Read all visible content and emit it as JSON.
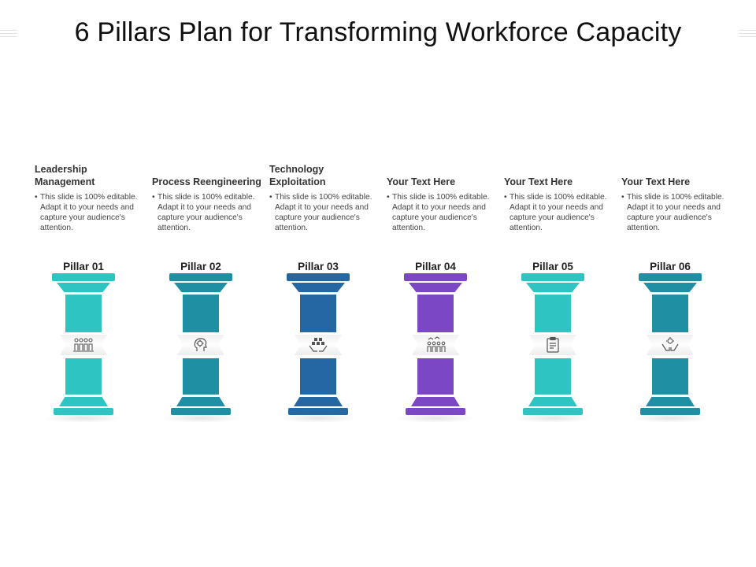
{
  "title": "6 Pillars Plan for Transforming Workforce Capacity",
  "pillars": [
    {
      "heading": "Leadership Management",
      "bullet": "•",
      "description": "This slide is 100% editable.  Adapt it to your needs and capture your audience's attention.",
      "label": "Pillar 01",
      "color": "#2ec4c2",
      "icon": "people-group-icon"
    },
    {
      "heading": "Process Reengineering",
      "bullet": "•",
      "description": "This slide is 100% editable.  Adapt it to your needs and capture your audience's attention.",
      "label": "Pillar 02",
      "color": "#1f8fa3",
      "icon": "head-gear-icon"
    },
    {
      "heading": "Technology Exploitation",
      "bullet": "•",
      "description": "This slide is 100% editable.  Adapt it to your needs and capture your audience's attention.",
      "label": "Pillar 03",
      "color": "#2467a3",
      "icon": "hands-puzzle-icon"
    },
    {
      "heading": "Your Text Here",
      "bullet": "•",
      "description": "This slide is 100% editable.  Adapt it to your needs and capture your audience's attention.",
      "label": "Pillar 04",
      "color": "#7b47c4",
      "icon": "team-growth-icon"
    },
    {
      "heading": "Your Text Here",
      "bullet": "•",
      "description": "This slide is 100% editable.  Adapt it to your needs and capture your audience's attention.",
      "label": "Pillar 05",
      "color": "#2ec4c2",
      "icon": "clipboard-icon"
    },
    {
      "heading": "Your Text Here",
      "bullet": "•",
      "description": "This slide is 100% editable.  Adapt it to your needs and capture your audience's attention.",
      "label": "Pillar 06",
      "color": "#1f8fa3",
      "icon": "hands-idea-icon"
    }
  ]
}
